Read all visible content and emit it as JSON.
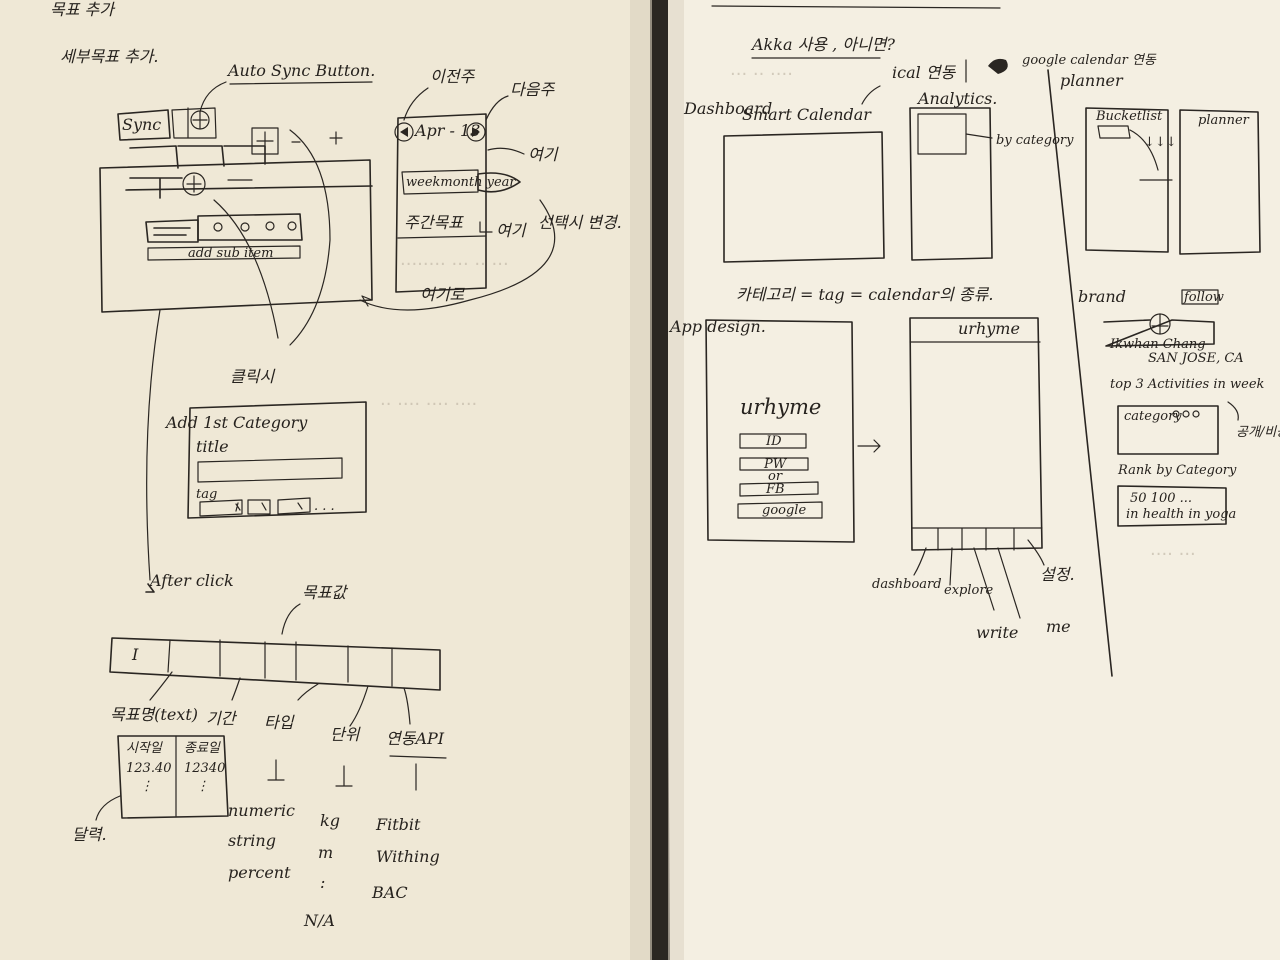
{
  "colors": {
    "paper_left": "#efe8d6",
    "paper_right": "#f4efe2",
    "ink": "#2a2622",
    "spine": "#2b2722"
  },
  "left": {
    "top_title": "목표 추가",
    "sub_title": "세부목표 추가.",
    "autosync_label": "Auto Sync Button.",
    "sync_button": "Sync",
    "add_subitem": "add sub item",
    "date_label": "Apr - 13",
    "prev_week_label": "이전주",
    "next_week_label": "다음주",
    "here_label": "여기",
    "view_buttons": "weekmonth year",
    "weekly_label": "주간목표",
    "change_label": "선택시 변경.",
    "here2_label": "여기",
    "here3_label": "여기로",
    "click_label": "클릭시",
    "dialog_title": "Add 1st Category",
    "dialog_field_title": "title",
    "dialog_field_tag": "tag",
    "after_click": "After click",
    "goal_value_label": "목표값",
    "cursor_glyph": "I",
    "col_goal_name": "목표명(text)",
    "col_period": "기간",
    "col_type": "타입",
    "col_unit": "단위",
    "col_api": "연동API",
    "start_date": "시작일",
    "end_date": "종료일",
    "start_nums": "123.40",
    "end_nums": "12340",
    "calendar_label": "달력.",
    "type_values": [
      "numeric",
      "string",
      "percent"
    ],
    "unit_values": [
      "kg",
      "m",
      ":",
      "N/A"
    ],
    "api_values": [
      "Fitbit",
      "Withing",
      "BAC"
    ]
  },
  "right": {
    "akka_note": "Akka 사용 , 아니면?",
    "google_note": "google calendar 연동",
    "ical_note": "ical 연동",
    "planner_title": "planner",
    "dashboard": "Dashboard",
    "smart_calendar": "Smart Calendar",
    "analytics": "Analytics.",
    "by_category": "by category",
    "bucketlist": "Bucketlist",
    "planner_small": "planner",
    "category_note": "카테고리 = tag = calendar의 종류.",
    "app_design": "App design.",
    "urhyme_1": "urhyme",
    "urhyme_2": "urhyme",
    "login_id": "ID",
    "login_pw": "PW",
    "login_or": "or",
    "login_fb": "FB",
    "login_google": "google",
    "tab_dashboard": "dashboard",
    "tab_explore": "explore",
    "tab_write": "write",
    "tab_me": "me",
    "tab_settings": "설정.",
    "brand": "brand",
    "follow": "follow",
    "profile_name": "Ikwhan Chang",
    "profile_loc": "SAN JOSE, CA",
    "top3": "top 3 Activities in week",
    "category_small": "category",
    "share": "공개/비공개",
    "rank_title": "Rank by Category",
    "rank_line1": "50    100  ...",
    "rank_line2": "in health  in yoga"
  }
}
